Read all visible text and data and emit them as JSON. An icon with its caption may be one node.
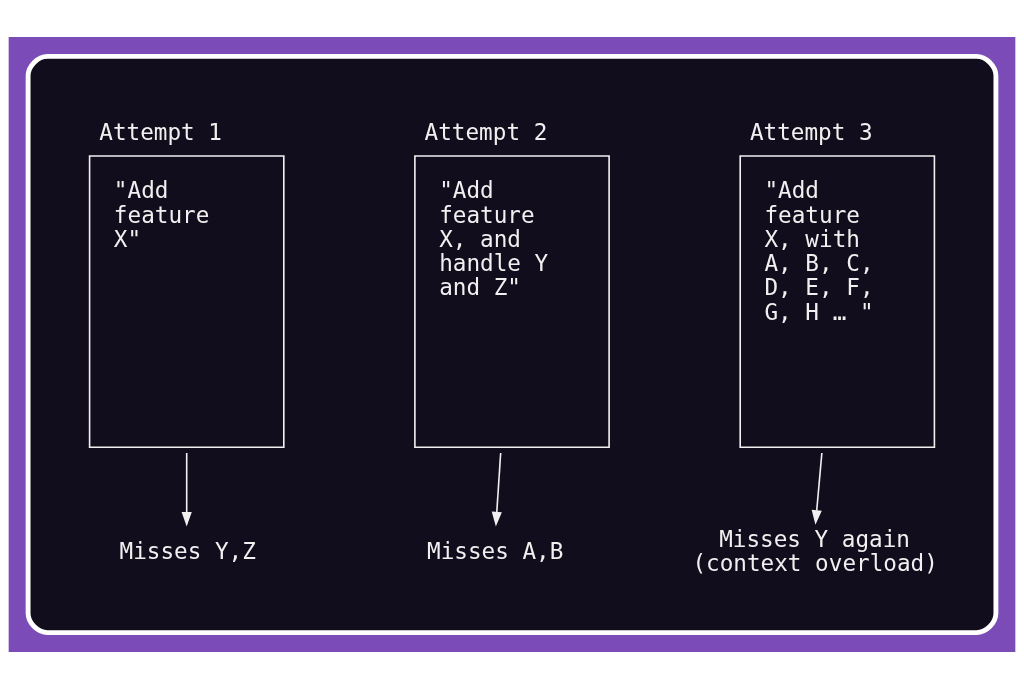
{
  "diagram": {
    "nodes": [
      {
        "text": [],
        "shape": "box"
      },
      {
        "text": [
          "Attempt 1",
          "\"Add feature X\""
        ],
        "in": 0
      },
      {
        "text": [
          "Attempt 2",
          "\"Add feature X, and handle Y and Z\""
        ],
        "in": 0
      },
      {
        "text": [
          "Attempt 3",
          "\"Add feature X, with A, B, C, D, E, F, G, H … \""
        ],
        "in": 0
      },
      {
        "text": [
          "Misses Y,Z"
        ],
        "in": 0
      },
      {
        "text": [
          "Misses A,B"
        ],
        "in": 0
      },
      {
        "text": [
          "Misses Y again (context overload)"
        ],
        "in": 0
      }
    ],
    "edges": [
      {
        "from": 1,
        "to": 4,
        "arrow": "to"
      },
      {
        "from": 2,
        "to": 5,
        "arrow": "to"
      },
      {
        "from": 3,
        "to": 6,
        "arrow": "to"
      }
    ]
  }
}
